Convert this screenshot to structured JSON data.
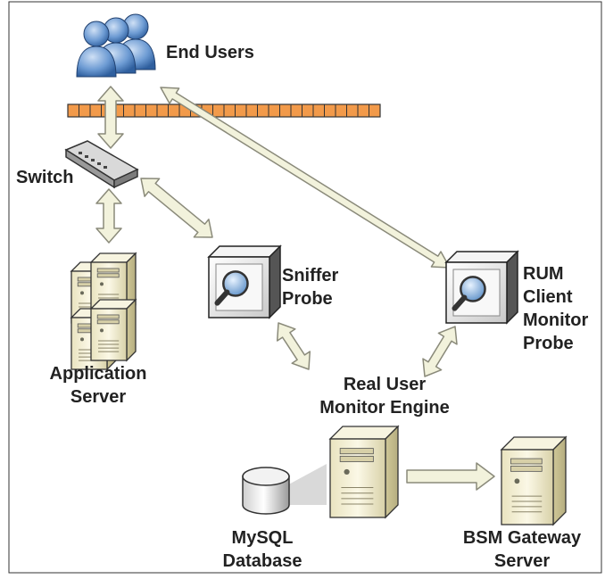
{
  "labels": {
    "end_users": "End Users",
    "switch": "Switch",
    "application_server": [
      "Application",
      "Server"
    ],
    "sniffer_probe": [
      "Sniffer",
      "Probe"
    ],
    "rum_client_probe": [
      "RUM",
      "Client",
      "Monitor",
      "Probe"
    ],
    "rum_engine": [
      "Real User",
      "Monitor Engine"
    ],
    "mysql_database": [
      "MySQL",
      "Database"
    ],
    "bsm_gateway": [
      "BSM Gateway",
      "Server"
    ]
  },
  "icons": {
    "users": "users-group-icon",
    "firewall": "firewall-icon",
    "switch": "network-switch-icon",
    "app_server": "server-cluster-icon",
    "sniffer": "magnifier-probe-icon",
    "rum_probe": "magnifier-probe-icon",
    "engine": "server-icon",
    "database": "database-icon",
    "gateway": "server-icon"
  },
  "colors": {
    "firewall": "#f29a4a",
    "users": "#4a7fc1",
    "arrow_fill": "#f2f2dc",
    "arrow_stroke": "#8a8a7a",
    "server_body": "#f3efcf",
    "probe_lens": "#6fa3d6"
  }
}
